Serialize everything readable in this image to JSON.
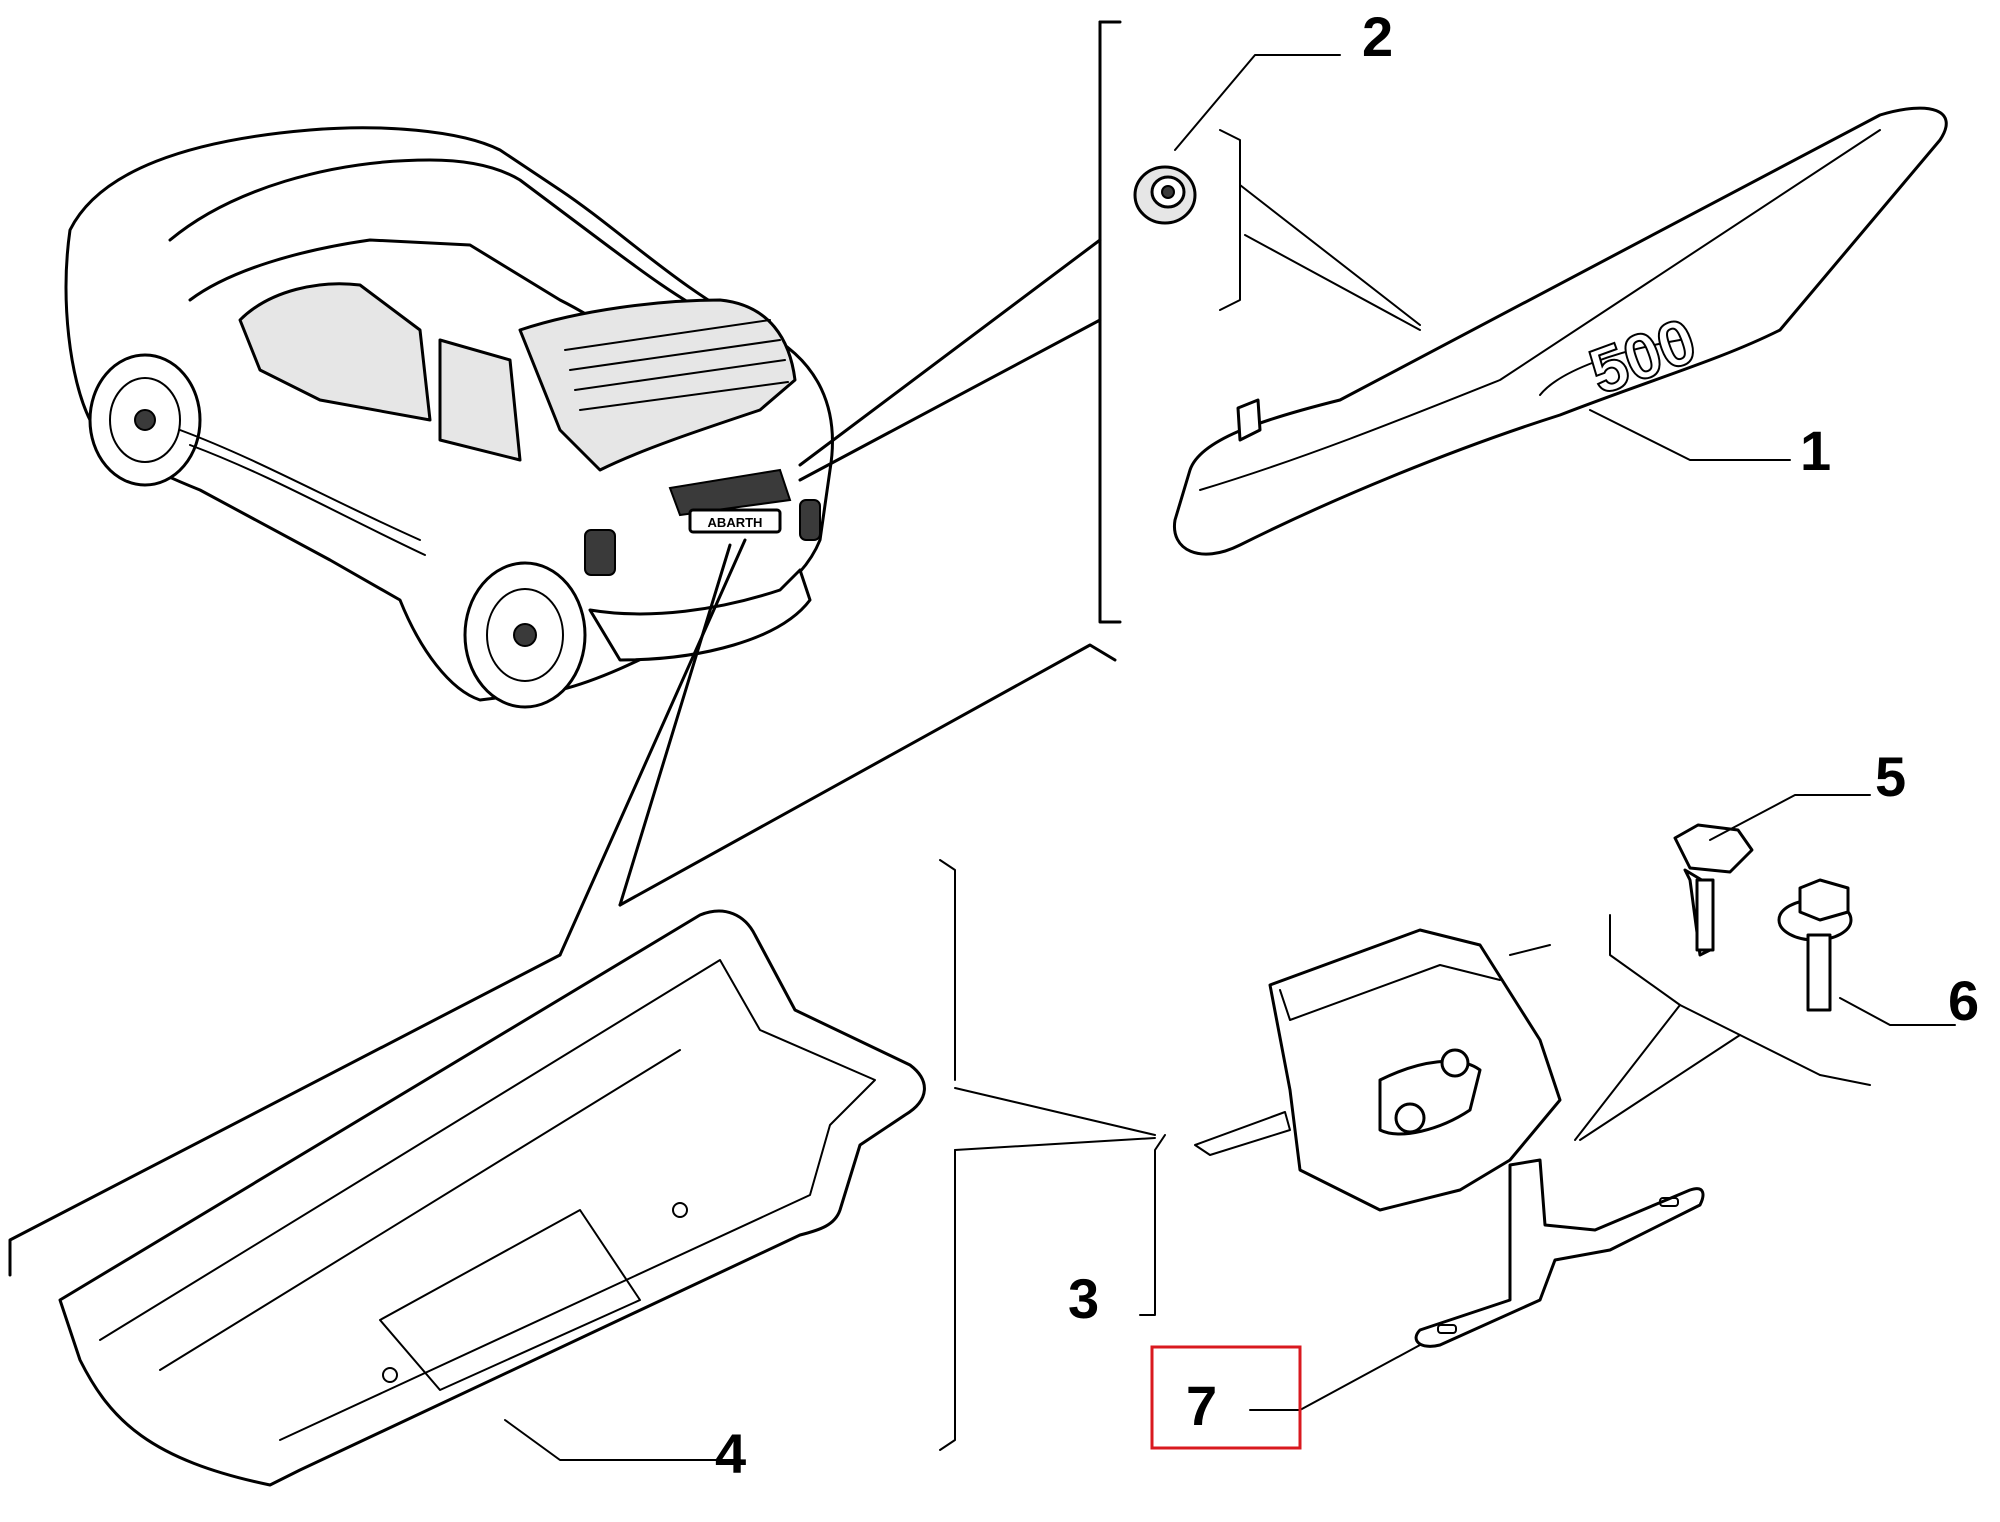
{
  "callouts": [
    {
      "id": "1",
      "text": "1"
    },
    {
      "id": "2",
      "text": "2"
    },
    {
      "id": "3",
      "text": "3"
    },
    {
      "id": "4",
      "text": "4"
    },
    {
      "id": "5",
      "text": "5"
    },
    {
      "id": "6",
      "text": "6"
    },
    {
      "id": "7",
      "text": "7"
    }
  ],
  "car_badge": "ABARTH",
  "handle_emblem": "500",
  "colors": {
    "highlight_box": "#d9191f",
    "line": "#000000"
  }
}
